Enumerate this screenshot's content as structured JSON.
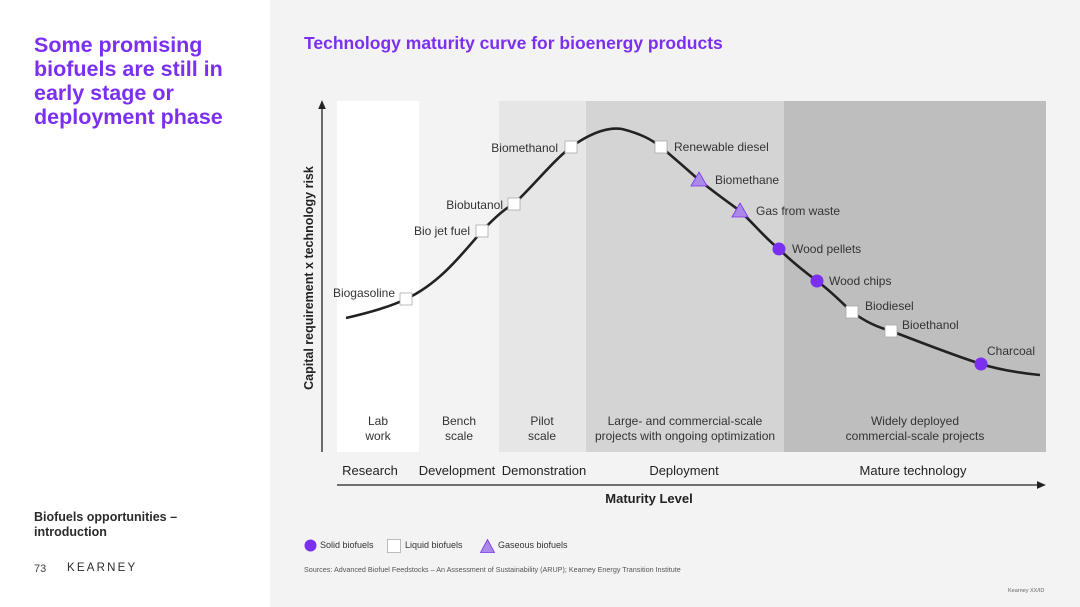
{
  "slide": {
    "headline": "Some promising biofuels are still in early stage or deployment phase",
    "section_label": "Biofuels opportunities – introduction",
    "page_number": "73",
    "brand": "KEARNEY",
    "footer_id": "Kearney XX/ID"
  },
  "chart": {
    "title": "Technology maturity curve for bioenergy products",
    "y_axis_label": "Capital requirement x technology risk",
    "x_axis_label": "Maturity Level",
    "stages": [
      {
        "label_line1": "Lab",
        "label_line2": "work",
        "phase": "Research"
      },
      {
        "label_line1": "Bench",
        "label_line2": "scale",
        "phase": "Development"
      },
      {
        "label_line1": "Pilot",
        "label_line2": "scale",
        "phase": "Demonstration"
      },
      {
        "label_line1": "Large- and commercial-scale",
        "label_line2": "projects with ongoing optimization",
        "phase": "Deployment"
      },
      {
        "label_line1": "Widely deployed",
        "label_line2": "commercial-scale projects",
        "phase": "Mature technology"
      }
    ],
    "products": [
      {
        "name": "Biogasoline",
        "type": "liquid"
      },
      {
        "name": "Bio jet fuel",
        "type": "liquid"
      },
      {
        "name": "Biobutanol",
        "type": "liquid"
      },
      {
        "name": "Biomethanol",
        "type": "liquid"
      },
      {
        "name": "Renewable diesel",
        "type": "liquid"
      },
      {
        "name": "Biomethane",
        "type": "gaseous"
      },
      {
        "name": "Gas from waste",
        "type": "gaseous"
      },
      {
        "name": "Wood pellets",
        "type": "solid"
      },
      {
        "name": "Wood chips",
        "type": "solid"
      },
      {
        "name": "Biodiesel",
        "type": "liquid"
      },
      {
        "name": "Bioethanol",
        "type": "liquid"
      },
      {
        "name": "Charcoal",
        "type": "solid"
      }
    ],
    "legend": [
      {
        "type": "solid",
        "label": "Solid biofuels"
      },
      {
        "type": "liquid",
        "label": "Liquid biofuels"
      },
      {
        "type": "gaseous",
        "label": "Gaseous biofuels"
      }
    ],
    "colors": {
      "accent": "#7b2ff0",
      "solid": "#7b2ff0",
      "gaseous": "#a98ae8",
      "stage_backgrounds": [
        "#ffffff",
        "#f3f3f3",
        "#e6e6e6",
        "#d4d4d4",
        "#bebebe"
      ]
    },
    "source": "Sources: Advanced Biofuel Feedstocks – An Assessment of Sustainability (ARUP); Kearney Energy Transition Institute"
  }
}
